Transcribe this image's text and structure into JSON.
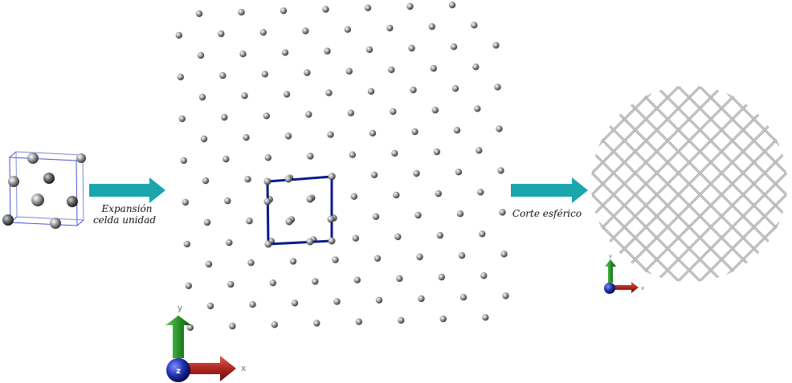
{
  "labels": {
    "arrow1_line1": "Expansión",
    "arrow1_line2": "celda unidad",
    "arrow2": "Corte esférico"
  },
  "axes_large": {
    "x": "x",
    "y": "y",
    "z": "z"
  },
  "axes_small": {
    "x": "x",
    "y": "y",
    "z": "z"
  },
  "colors": {
    "arrow": "#1aa6ad",
    "cell_outline": "#0b1a8a",
    "unit_cell_box": "#4a55d0",
    "atom": "#8a8a8a",
    "grid_bars": "#a9a9a9",
    "axis_x": "#b3231c",
    "axis_y": "#2a9a2a",
    "axis_z": "#1c2fa8"
  },
  "icons": {
    "unit_cell": "unit-cell-icon",
    "expansion_arrow": "right-arrow-icon",
    "cut_arrow": "right-arrow-icon",
    "lattice": "lattice-icon",
    "sphere_cut": "spherical-grid-icon",
    "axis_triad": "xyz-axis-icon"
  }
}
